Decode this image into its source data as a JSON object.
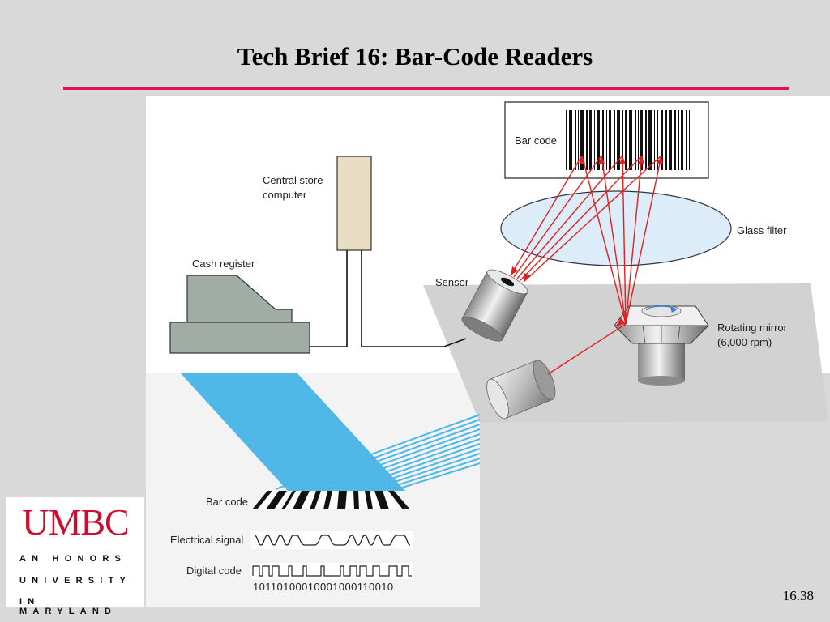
{
  "slide": {
    "title": "Tech Brief 16: Bar-Code Readers",
    "page_number": "16.38"
  },
  "figure": {
    "labels": {
      "bar_code_top": "Bar code",
      "central_computer_line1": "Central store",
      "central_computer_line2": "computer",
      "cash_register": "Cash register",
      "glass_filter": "Glass filter",
      "sensor": "Sensor",
      "rotating_mirror_line1": "Rotating mirror",
      "rotating_mirror_line2": "(6,000 rpm)",
      "bar_code_bottom": "Bar code",
      "electrical_signal": "Electrical signal",
      "digital_code": "Digital code",
      "digital_bits": "10110100010001000110010"
    },
    "colors": {
      "laser": "#e02020",
      "scan_beam": "#4fb8e8",
      "filter": "#dcecf8",
      "computer": "#e8dcc4",
      "register": "#a0aca4",
      "accent": "#e0105a"
    }
  },
  "logo": {
    "name": "UMBC",
    "line1": "AN HONORS",
    "line2": "UNIVERSITY",
    "line3": "IN MARYLAND"
  }
}
